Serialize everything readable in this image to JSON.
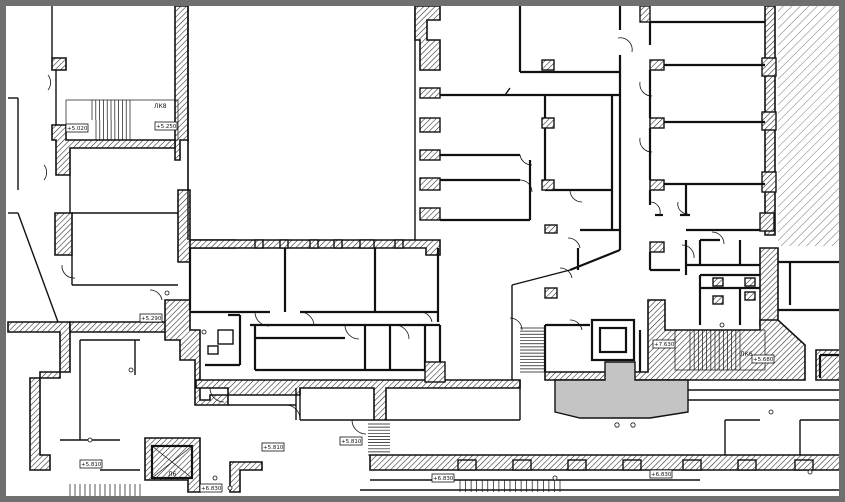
{
  "labels": {
    "lk8": "ЛК8",
    "lk6": "ЛК6",
    "l6": "Л6"
  },
  "level_marks": [
    "+5.020",
    "+5.250",
    "+5.290",
    "+7.630",
    "+5.680",
    "+5.810",
    "+5.810",
    "+5.810",
    "+6.830",
    "+6.830",
    "+6.830"
  ],
  "colors": {
    "frame": "#6f6f6f",
    "walls": "#111111",
    "foyer": "#c4c4c4",
    "background": "#ffffff"
  }
}
